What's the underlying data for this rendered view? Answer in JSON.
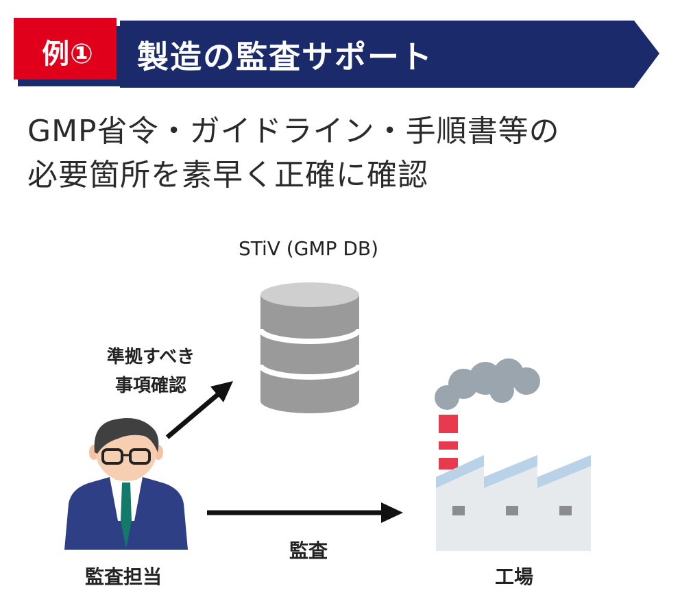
{
  "banner": {
    "badge": "例①",
    "title": "製造の監査サポート"
  },
  "headline": {
    "line1": "GMP省令・ガイドライン・手順書等の",
    "line2": "必要箇所を素早く正確に確認"
  },
  "diagram": {
    "database_label": "STiV (GMP DB)",
    "check_label_line1": "準拠すべき",
    "check_label_line2": "事項確認",
    "audit_label": "監査",
    "person_label": "監査担当",
    "factory_label": "工場"
  },
  "colors": {
    "banner_navy": "#1b2a6b",
    "badge_red": "#e0001b",
    "database_gray": "#9a9a9a",
    "suit_blue": "#2e3f86",
    "chimney_red": "#e83a4e",
    "smoke_gray": "#9aa5ad",
    "factory_light": "#e6eaec"
  }
}
